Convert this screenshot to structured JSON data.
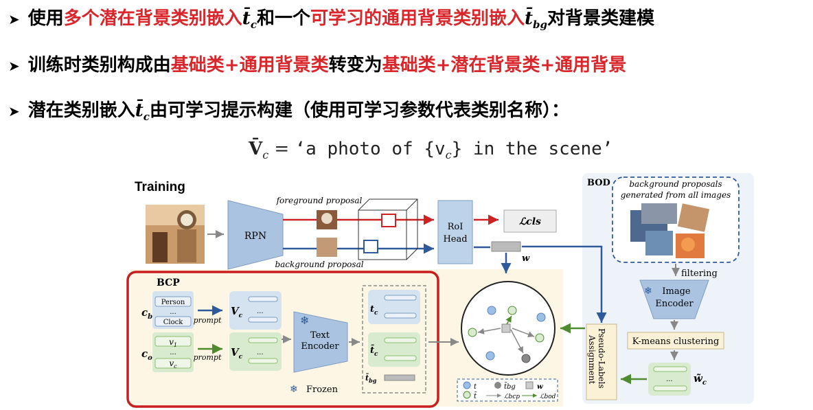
{
  "bullets": [
    {
      "parts": [
        {
          "text": "使用",
          "red": false
        },
        {
          "text": "多个潜在背景类别嵌入",
          "red": true
        },
        {
          "text": "t̄",
          "red": false,
          "sub": "c"
        },
        {
          "text": "和一个",
          "red": false
        },
        {
          "text": "可学习的通用背景类别嵌入",
          "red": true
        },
        {
          "text": "t̄",
          "red": false,
          "sub": "bg"
        },
        {
          "text": "对背景类建模",
          "red": false
        }
      ]
    },
    {
      "parts": [
        {
          "text": "训练时类别构成由",
          "red": false
        },
        {
          "text": "基础类+通用背景类",
          "red": true
        },
        {
          "text": "转变为",
          "red": false
        },
        {
          "text": "基础类+潜在背景类+通用背景",
          "red": true
        }
      ]
    },
    {
      "parts": [
        {
          "text": "潜在类别嵌入",
          "red": false
        },
        {
          "text": "t̄",
          "red": false,
          "sub": "c"
        },
        {
          "text": "由可学习提示构建（使用可学习参数代表类别名称）：",
          "red": false
        }
      ]
    }
  ],
  "formula": {
    "lhs": "V̄",
    "lhs_sub": "c",
    "eq": " = ",
    "text": "‘a photo of {v",
    "text_sub": "c",
    "tail": "} in the scene’"
  },
  "diagram": {
    "training_label": "Training",
    "rpn": "RPN",
    "fg_proposal": "foreground proposal",
    "bg_proposal": "background proposal",
    "roi_head": [
      "RoI",
      "Head"
    ],
    "loss_cls": "ℒcls",
    "w_label": "w",
    "bcp_label": "BCP",
    "cb": "c",
    "cb_sub": "b",
    "person": "Person",
    "dots": "...",
    "clock": "Clock",
    "prompt": "prompt",
    "co": "c",
    "co_sub": "o",
    "v1": "v",
    "v1_sub": "1",
    "vc": "v",
    "vc_sub": "c",
    "Vc": "V",
    "Vc_sub": "c",
    "text_encoder": [
      "Text",
      "Encoder"
    ],
    "frozen": "Frozen",
    "tc": "t",
    "tc_sub": "c",
    "tbg": "t̄",
    "tbg_sub": "bg",
    "bod_label": "BOD",
    "bg_all": [
      "background proposals",
      "generated from all images"
    ],
    "filtering": "filtering",
    "image_encoder": [
      "Image",
      "Encoder"
    ],
    "kmeans": "K-means clustering",
    "wc": "w̃",
    "wc_sub": "c",
    "pseudo": [
      "Pseudo-Labels",
      "Assignment"
    ],
    "legend": [
      "t",
      "t̄",
      "t̄bg",
      "w",
      "ℒbcp",
      "ℒbod"
    ]
  },
  "colors": {
    "red": "#d9262b",
    "blue_box": "#bcd3ea",
    "green_box": "#d9ebcf",
    "blue_arrow": "#2e5a9b",
    "green_arrow": "#4f8a2f",
    "bg_panel": "#fdf6e4",
    "bod_panel": "#eef3f9"
  }
}
